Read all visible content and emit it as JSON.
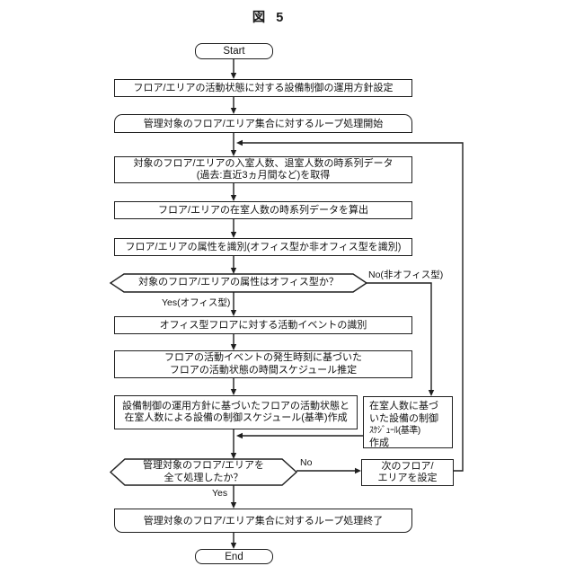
{
  "title": "図 5",
  "colors": {
    "line": "#1f1f1f",
    "background": "#ffffff",
    "text": "#111111"
  },
  "nodes": {
    "start": {
      "label": "Start"
    },
    "set_policy": {
      "label": "フロア/エリアの活動状態に対する設備制御の運用方針設定"
    },
    "loop_start": {
      "label": "管理対象のフロア/エリア集合に対するループ処理開始"
    },
    "acquire_data": {
      "line1": "対象のフロア/エリアの入室人数、退室人数の時系列データ",
      "line2": "(過去:直近3ヵ月間など)を取得"
    },
    "calc_occupancy": {
      "label": "フロア/エリアの在室人数の時系列データを算出"
    },
    "identify_attribute": {
      "label": "フロア/エリアの属性を識別(オフィス型か非オフィス型を識別)"
    },
    "decision_office": {
      "label": "対象のフロア/エリアの属性はオフィス型か？"
    },
    "identify_events": {
      "label": "オフィス型フロアに対する活動イベントの識別"
    },
    "estimate_schedule": {
      "line1": "フロアの活動イベントの発生時刻に基づいた",
      "line2": "フロアの活動状態の時間スケジュール推定"
    },
    "create_schedule_office": {
      "line1": "設備制御の運用方針に基づいたフロアの活動状態と",
      "line2": "在室人数による設備の制御スケジュール(基準)作成"
    },
    "create_schedule_non_office": {
      "line1": "在室人数に基づ",
      "line2": "いた設備の制御",
      "line3": "ｽｹｼﾞｭｰﾙ(基準)",
      "line4": "作成"
    },
    "decision_all_processed": {
      "line1": "管理対象のフロア/エリアを",
      "line2": "全て処理したか？"
    },
    "next_floor": {
      "line1": "次のフロア/",
      "line2": "エリアを設定"
    },
    "loop_end": {
      "label": "管理対象のフロア/エリア集合に対するループ処理終了"
    },
    "end": {
      "label": "End"
    }
  },
  "edge_labels": {
    "yes_office": "Yes(オフィス型)",
    "no_non_office": "No(非オフィス型)",
    "no": "No",
    "yes": "Yes"
  }
}
